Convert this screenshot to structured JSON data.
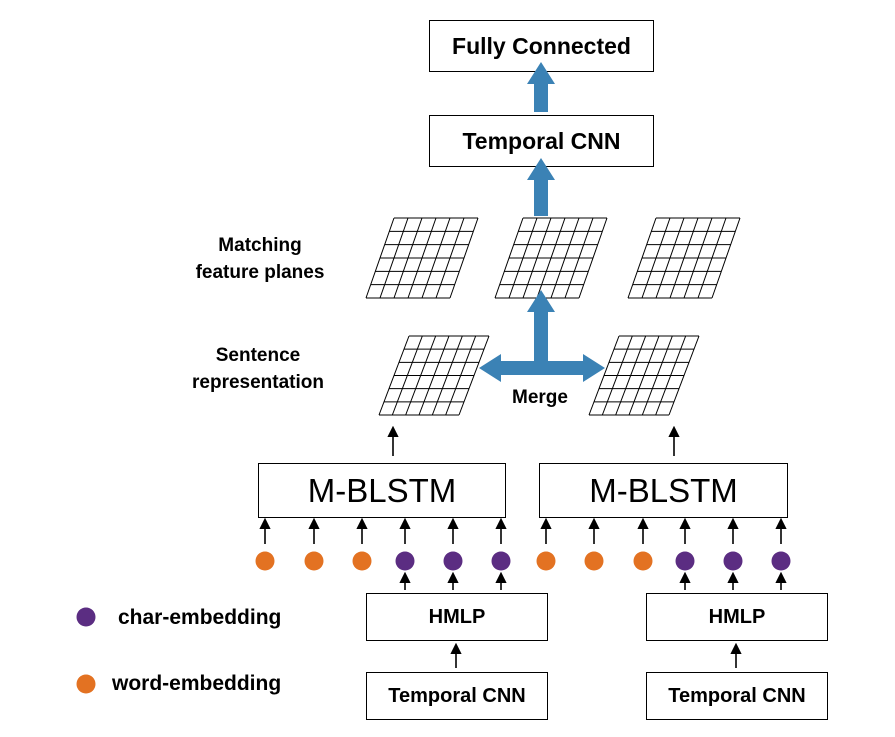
{
  "boxes": {
    "fully_connected": "Fully Connected",
    "temporal_cnn_top": "Temporal CNN",
    "mblstm_left": "M-BLSTM",
    "mblstm_right": "M-BLSTM",
    "hmlp_left": "HMLP",
    "hmlp_right": "HMLP",
    "temporal_cnn_left": "Temporal CNN",
    "temporal_cnn_right": "Temporal CNN"
  },
  "labels": {
    "matching_line1": "Matching",
    "matching_line2": "feature planes",
    "sentence_line1": "Sentence",
    "sentence_line2": "representation",
    "merge": "Merge"
  },
  "legend": {
    "char": "char-embedding",
    "word": "word-embedding"
  },
  "colors": {
    "char_dot": "#5b2d82",
    "word_dot": "#e37222",
    "big_arrow": "#3b82b5"
  },
  "embeddings_sequence": [
    "word",
    "word",
    "word",
    "char",
    "char",
    "char",
    "word",
    "word",
    "word",
    "char",
    "char",
    "char"
  ]
}
